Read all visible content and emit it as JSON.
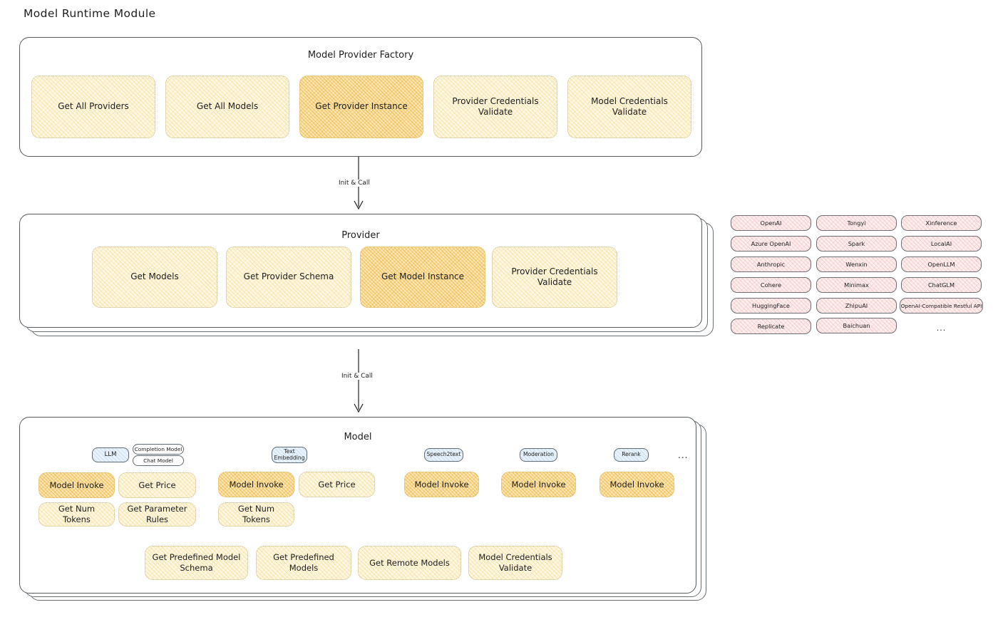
{
  "page": {
    "title": "Model Runtime Module"
  },
  "arrows": [
    {
      "label": "Init & Call"
    },
    {
      "label": "Init & Call"
    }
  ],
  "factory": {
    "title": "Model Provider Factory",
    "boxes": [
      {
        "label": "Get All Providers",
        "highlight": false
      },
      {
        "label": "Get All Models",
        "highlight": false
      },
      {
        "label": "Get Provider Instance",
        "highlight": true
      },
      {
        "label": "Provider Credentials Validate",
        "highlight": false
      },
      {
        "label": "Model Credentials Validate",
        "highlight": false
      }
    ]
  },
  "provider": {
    "title": "Provider",
    "boxes": [
      {
        "label": "Get Models",
        "highlight": false
      },
      {
        "label": "Get Provider Schema",
        "highlight": false
      },
      {
        "label": "Get Model Instance",
        "highlight": true
      },
      {
        "label": "Provider Credentials Validate",
        "highlight": false
      }
    ]
  },
  "provider_list": {
    "columns": [
      [
        "OpenAI",
        "Azure OpenAI",
        "Anthropic",
        "Cohere",
        "HuggingFace",
        "Replicate"
      ],
      [
        "Tongyi",
        "Spark",
        "Wenxin",
        "Minimax",
        "ZhipuAI",
        "Baichuan"
      ],
      [
        "Xinference",
        "LocalAI",
        "OpenLLM",
        "ChatGLM",
        "OpenAI-Compatible Restful API"
      ]
    ],
    "more": "..."
  },
  "model": {
    "title": "Model",
    "more": "...",
    "types": [
      {
        "tag": "LLM",
        "subtags": [
          "Completion Model",
          "Chat Model"
        ],
        "methods": [
          {
            "label": "Model Invoke",
            "highlight": true
          },
          {
            "label": "Get Price",
            "highlight": false
          },
          {
            "label": "Get Num Tokens",
            "highlight": false
          },
          {
            "label": "Get Parameter Rules",
            "highlight": false
          }
        ]
      },
      {
        "tag": "Text Embedding",
        "subtags": [],
        "methods": [
          {
            "label": "Model Invoke",
            "highlight": true
          },
          {
            "label": "Get Price",
            "highlight": false
          },
          {
            "label": "Get Num Tokens",
            "highlight": false
          }
        ]
      },
      {
        "tag": "Speech2text",
        "subtags": [],
        "methods": [
          {
            "label": "Model Invoke",
            "highlight": true
          }
        ]
      },
      {
        "tag": "Moderation",
        "subtags": [],
        "methods": [
          {
            "label": "Model Invoke",
            "highlight": true
          }
        ]
      },
      {
        "tag": "Rerank",
        "subtags": [],
        "methods": [
          {
            "label": "Model Invoke",
            "highlight": true
          }
        ]
      }
    ],
    "common_methods": [
      {
        "label": "Get Predefined Model Schema"
      },
      {
        "label": "Get Predefined Models"
      },
      {
        "label": "Get Remote Models"
      },
      {
        "label": "Model Credentials Validate"
      }
    ]
  },
  "colors": {
    "box_light": "#fdf6e0",
    "box_strong": "#fbe6b4",
    "chip_pink": "#fdeded",
    "tag_blue": "#e9f2fb",
    "stroke": "#1e1e1e"
  }
}
